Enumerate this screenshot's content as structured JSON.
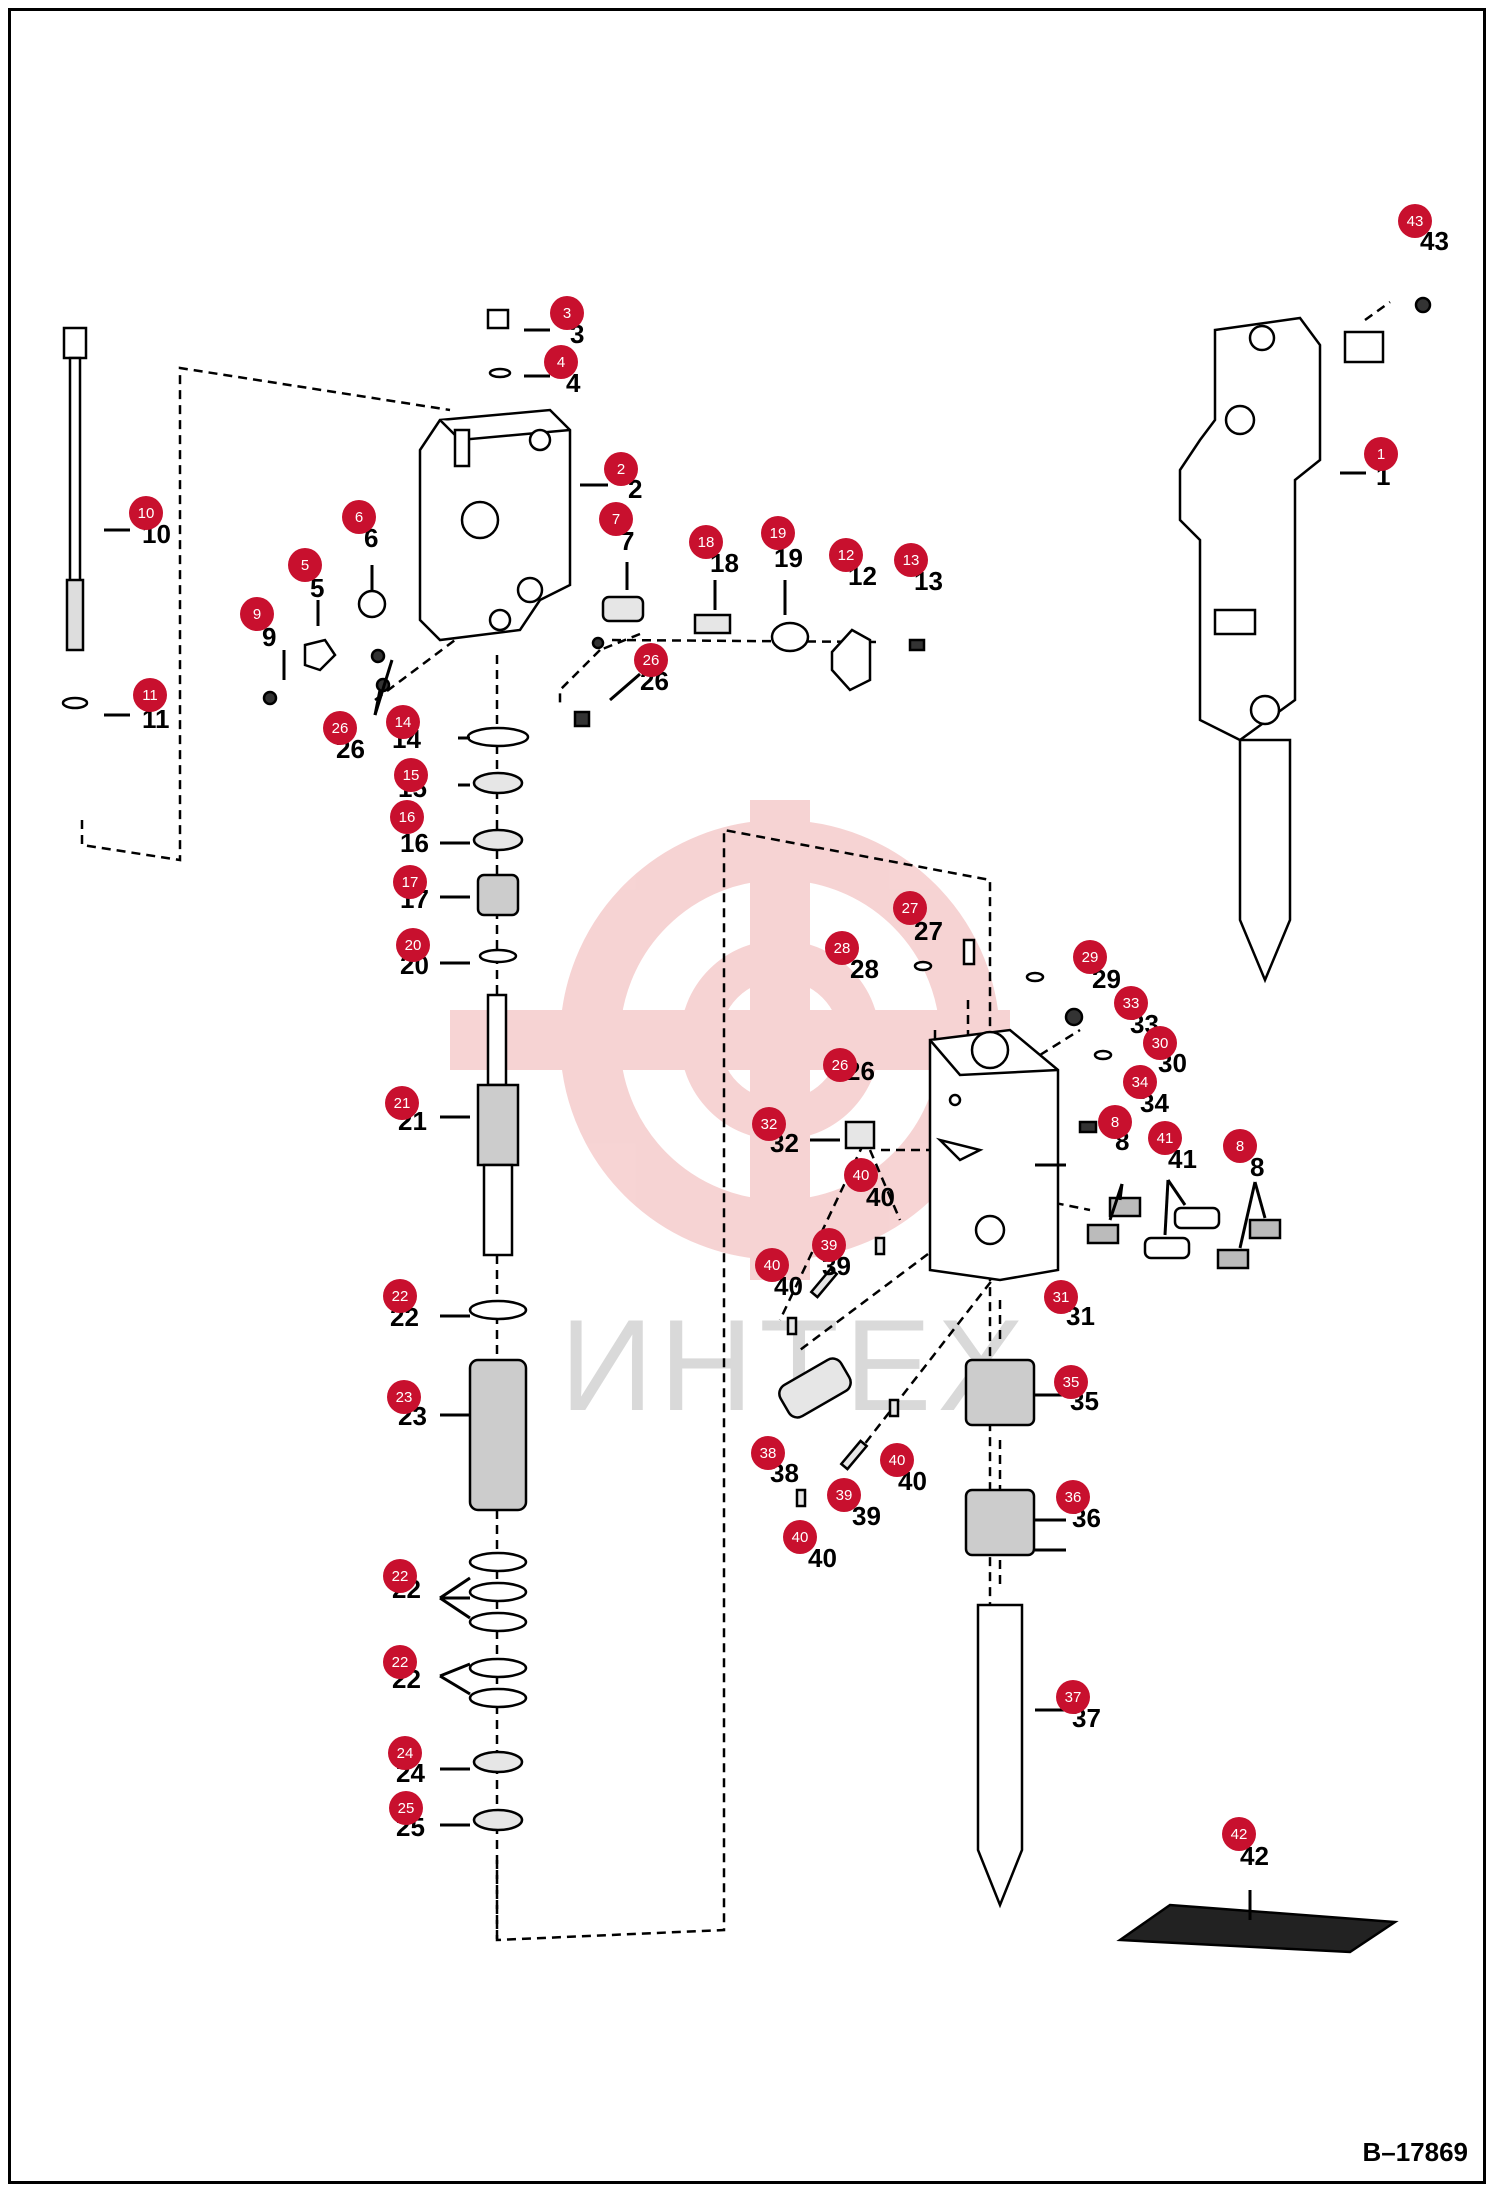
{
  "drawing_number": "B–17869",
  "watermark_text": "ИНТЕХ",
  "callout_color": "#c8102e",
  "parts": [
    "1",
    "2",
    "3",
    "4",
    "5",
    "6",
    "7",
    "8",
    "9",
    "10",
    "11",
    "12",
    "13",
    "14",
    "15",
    "16",
    "17",
    "18",
    "19",
    "20",
    "21",
    "22",
    "23",
    "24",
    "25",
    "26",
    "27",
    "28",
    "29",
    "30",
    "31",
    "32",
    "33",
    "34",
    "35",
    "36",
    "37",
    "38",
    "39",
    "40",
    "41",
    "42",
    "43"
  ],
  "callouts": [
    {
      "n": "1",
      "label": "1"
    },
    {
      "n": "2",
      "label": "2"
    },
    {
      "n": "3",
      "label": "3"
    },
    {
      "n": "4",
      "label": "4"
    },
    {
      "n": "5",
      "label": "5"
    },
    {
      "n": "6",
      "label": "6"
    },
    {
      "n": "7",
      "label": "7"
    },
    {
      "n": "8",
      "label": "8"
    },
    {
      "n": "9",
      "label": "9"
    },
    {
      "n": "10",
      "label": "10"
    },
    {
      "n": "11",
      "label": "11"
    },
    {
      "n": "12",
      "label": "12"
    },
    {
      "n": "13",
      "label": "13"
    },
    {
      "n": "14",
      "label": "14"
    },
    {
      "n": "15",
      "label": "15"
    },
    {
      "n": "16",
      "label": "16"
    },
    {
      "n": "17",
      "label": "17"
    },
    {
      "n": "18",
      "label": "18"
    },
    {
      "n": "19",
      "label": "19"
    },
    {
      "n": "20",
      "label": "20"
    },
    {
      "n": "21",
      "label": "21"
    },
    {
      "n": "22",
      "label": "22"
    },
    {
      "n": "23",
      "label": "23"
    },
    {
      "n": "24",
      "label": "24"
    },
    {
      "n": "25",
      "label": "25"
    },
    {
      "n": "26",
      "label": "26"
    },
    {
      "n": "27",
      "label": "27"
    },
    {
      "n": "28",
      "label": "28"
    },
    {
      "n": "29",
      "label": "29"
    },
    {
      "n": "30",
      "label": "30"
    },
    {
      "n": "31",
      "label": "31"
    },
    {
      "n": "32",
      "label": "32"
    },
    {
      "n": "33",
      "label": "33"
    },
    {
      "n": "34",
      "label": "34"
    },
    {
      "n": "35",
      "label": "35"
    },
    {
      "n": "36",
      "label": "36"
    },
    {
      "n": "37",
      "label": "37"
    },
    {
      "n": "38",
      "label": "38"
    },
    {
      "n": "39",
      "label": "39"
    },
    {
      "n": "40",
      "label": "40"
    },
    {
      "n": "41",
      "label": "41"
    },
    {
      "n": "42",
      "label": "42"
    },
    {
      "n": "43",
      "label": "43"
    }
  ]
}
